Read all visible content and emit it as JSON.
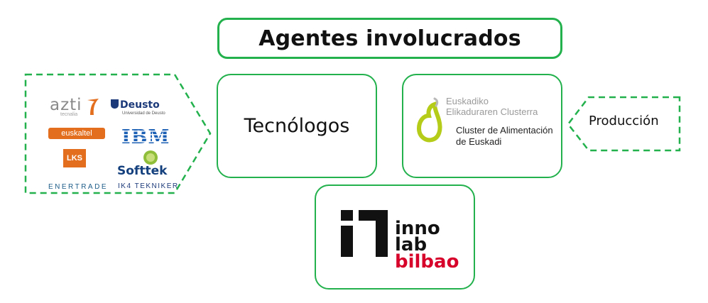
{
  "title": "Agentes involucrados",
  "nodes": {
    "tecnologos": "Tecnólogos",
    "produccion": "Producción",
    "cluster": {
      "line1": "Euskadiko",
      "line2": "Elikaduraren Clusterra",
      "line3": "Cluster de Alimentación",
      "line4": "de Euskadi"
    },
    "innolab": {
      "line1": "inno",
      "line2": "lab",
      "line3": "bilbao"
    }
  },
  "partner_logos": {
    "azti": "azti",
    "azti_sub": "tecnalia",
    "deusto": "Deusto",
    "deusto_sub": "Universidad de Deusto",
    "euskaltel": "euskaltel",
    "ibm": "IBM",
    "lks": "LKS",
    "softtek": "Softtek",
    "enertrade": "ENERTRADE",
    "tekniker": "IK4 TEKNIKER"
  },
  "colors": {
    "accent_green": "#22b14c",
    "cluster_green": "#b5cc18",
    "innolab_red": "#d6002a",
    "euskaltel_orange": "#e36f1e",
    "ibm_blue": "#1a5fb4"
  }
}
